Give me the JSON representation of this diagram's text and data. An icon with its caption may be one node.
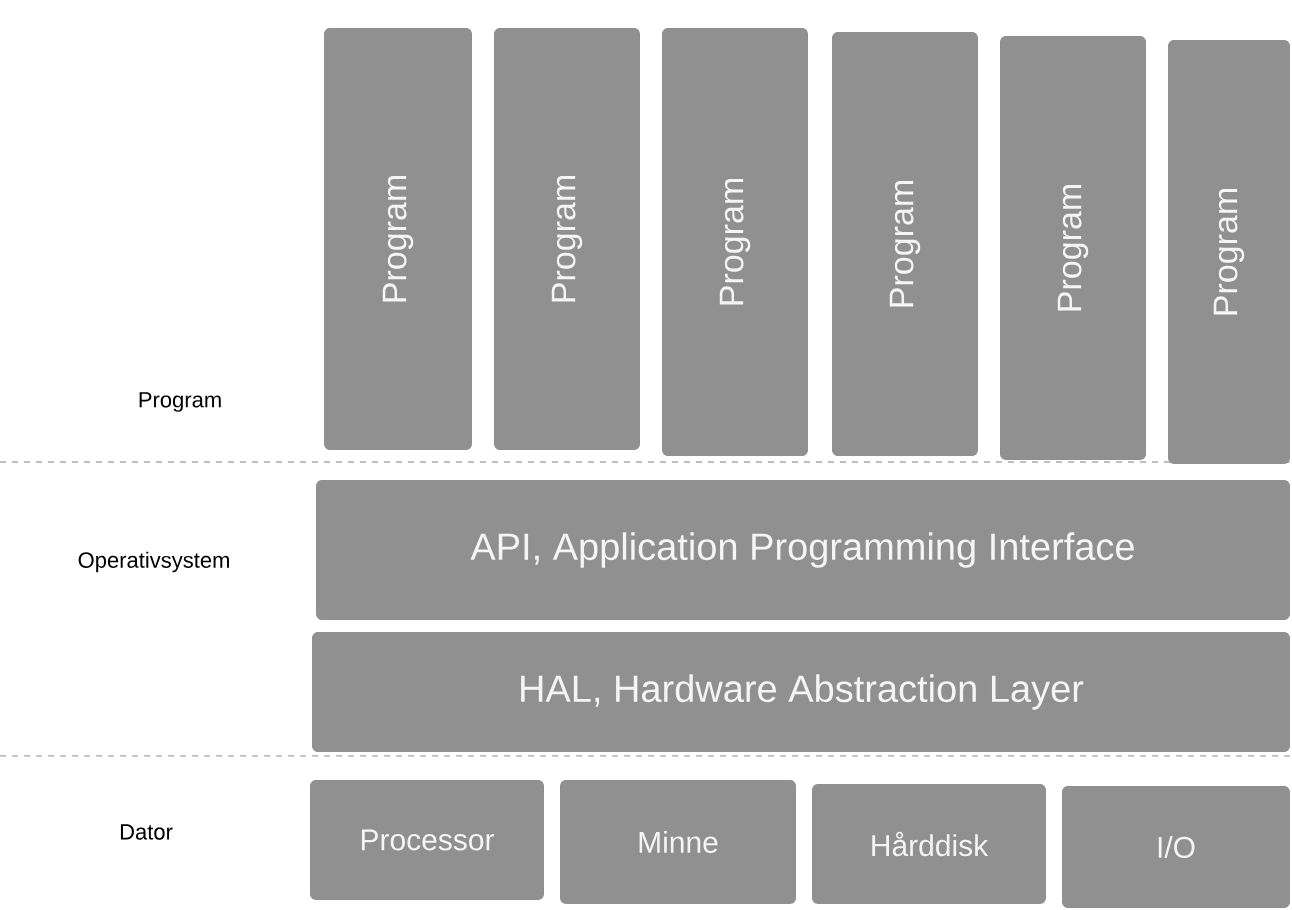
{
  "diagram": {
    "nodes": [
      {
        "text": [
          "Program"
        ]
      },
      {
        "text": [
          "Program"
        ]
      },
      {
        "text": [
          "Program"
        ]
      },
      {
        "text": [
          "Program"
        ]
      },
      {
        "text": [
          "Program"
        ]
      },
      {
        "text": [
          "Program"
        ]
      },
      {
        "text": [
          "API, Application Programming Interface"
        ]
      },
      {
        "text": [
          "HAL, Hardware Abstraction Layer"
        ]
      },
      {
        "text": [
          "Processor"
        ]
      },
      {
        "text": [
          "Minne"
        ]
      },
      {
        "text": [
          "Hårddisk"
        ]
      },
      {
        "text": [
          "I/O"
        ]
      }
    ],
    "labels": [
      "Program",
      "Operativsystem",
      "Dator"
    ]
  }
}
